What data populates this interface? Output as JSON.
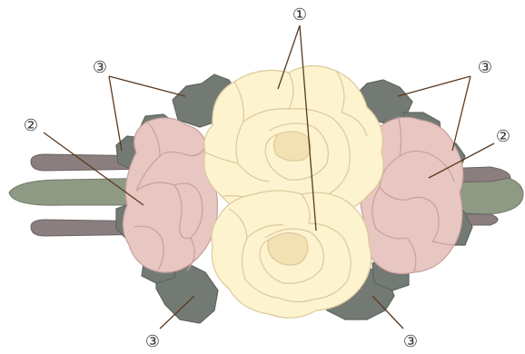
{
  "labels": {
    "rose": "①",
    "pink_flower": "②",
    "leaf": "③"
  },
  "colors": {
    "rose_fill": "#fdf3cf",
    "rose_shade": "#f1e1b3",
    "rose_stroke": "#dcc99a",
    "pink_fill": "#e8c6c1",
    "pink_stroke": "#c9a19c",
    "leaf_fill": "#737a74",
    "leaf_stroke": "#5e655f",
    "stem_green": "#8e9a84",
    "stem_brown": "#8a7e7e",
    "leader_line": "#5b3a21"
  }
}
